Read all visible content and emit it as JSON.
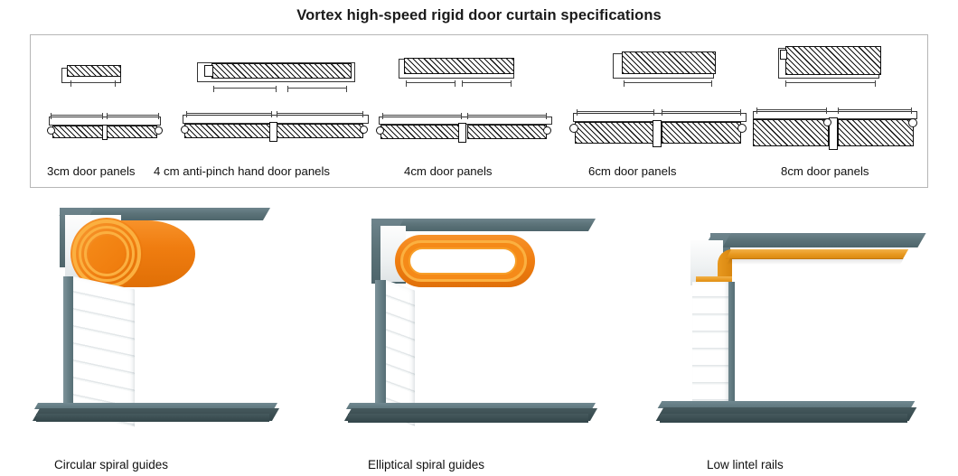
{
  "header": {
    "title_light": "Vortex high-speed rigid door ",
    "title_bold": "curtain specifications"
  },
  "spec_panel": {
    "items": [
      {
        "label": "3cm door panels",
        "thickness_cm": 3
      },
      {
        "label": "4 cm anti-pinch hand door panels",
        "thickness_cm": 4
      },
      {
        "label": "4cm door panels",
        "thickness_cm": 4
      },
      {
        "label": "6cm door panels",
        "thickness_cm": 6
      },
      {
        "label": "8cm door panels",
        "thickness_cm": 8
      }
    ]
  },
  "guides": {
    "items": [
      {
        "label": "Circular spiral guides",
        "type": "circular"
      },
      {
        "label": "Elliptical spiral guides",
        "type": "elliptical"
      },
      {
        "label": "Low lintel rails",
        "type": "low-lintel"
      }
    ]
  },
  "colors": {
    "frame_gray_blue": "#5c7379",
    "base_dark": "#3a4d51",
    "accent_orange": "#f07d10",
    "accent_orange_light": "#fbb040",
    "rail_amber": "#e8991f",
    "panel_border": "#b6b6b6",
    "text": "#111111"
  }
}
